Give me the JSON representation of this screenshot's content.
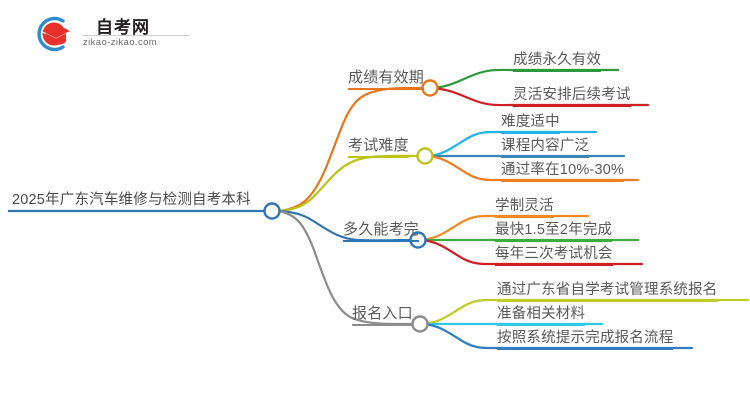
{
  "logo": {
    "name_cn": "自考网",
    "name_en": "zikao-zikao.com",
    "mark_icon": "graduation-cap-icon",
    "arc_color": "#2e8bd0",
    "cap_color": "#e8312a"
  },
  "mindmap": {
    "root": {
      "label": "2025年广东汽车维修与检测自考本科",
      "color": "#2e75b6",
      "node_icon": "root-node-circle"
    },
    "branches": [
      {
        "label": "成绩有效期",
        "color": "#e8761c",
        "node_icon": "branch-node-circle",
        "leaves": [
          {
            "label": "成绩永久有效",
            "color": "#2a9a3d"
          },
          {
            "label": "灵活安排后续考试",
            "color": "#cf1f24"
          }
        ]
      },
      {
        "label": "考试难度",
        "color": "#bcc41a",
        "node_icon": "branch-node-circle",
        "leaves": [
          {
            "label": "难度适中",
            "color": "#22b6e8"
          },
          {
            "label": "课程内容广泛",
            "color": "#3b86b8"
          },
          {
            "label": "通过率在10%-30%",
            "color": "#ef7d22"
          }
        ]
      },
      {
        "label": "多久能考完",
        "color": "#2e75b6",
        "node_icon": "branch-node-circle",
        "leaves": [
          {
            "label": "学制灵活",
            "color": "#ef8b22"
          },
          {
            "label": "最快1.5至2年完成",
            "color": "#3faa3f"
          },
          {
            "label": "每年三次考试机会",
            "color": "#cf1f24"
          }
        ]
      },
      {
        "label": "报名入口",
        "color": "#8c8c8c",
        "node_icon": "branch-node-circle",
        "leaves": [
          {
            "label": "通过广东省自学考试管理系统报名",
            "color": "#c3cb26"
          },
          {
            "label": "准备相关材料",
            "color": "#2fc9e8"
          },
          {
            "label": "按照系统提示完成报名流程",
            "color": "#2d7fc1"
          }
        ]
      }
    ]
  },
  "chart_data": {
    "type": "diagram",
    "title": "2025年广东汽车维修与检测自考本科",
    "layout": "mind-map-right",
    "nodes": [
      {
        "level": 0,
        "text": "2025年广东汽车维修与检测自考本科"
      },
      {
        "level": 1,
        "text": "成绩有效期",
        "children": [
          "成绩永久有效",
          "灵活安排后续考试"
        ]
      },
      {
        "level": 1,
        "text": "考试难度",
        "children": [
          "难度适中",
          "课程内容广泛",
          "通过率在10%-30%"
        ]
      },
      {
        "level": 1,
        "text": "多久能考完",
        "children": [
          "学制灵活",
          "最快1.5至2年完成",
          "每年三次考试机会"
        ]
      },
      {
        "level": 1,
        "text": "报名入口",
        "children": [
          "通过广东省自学考试管理系统报名",
          "准备相关材料",
          "按照系统提示完成报名流程"
        ]
      }
    ]
  }
}
